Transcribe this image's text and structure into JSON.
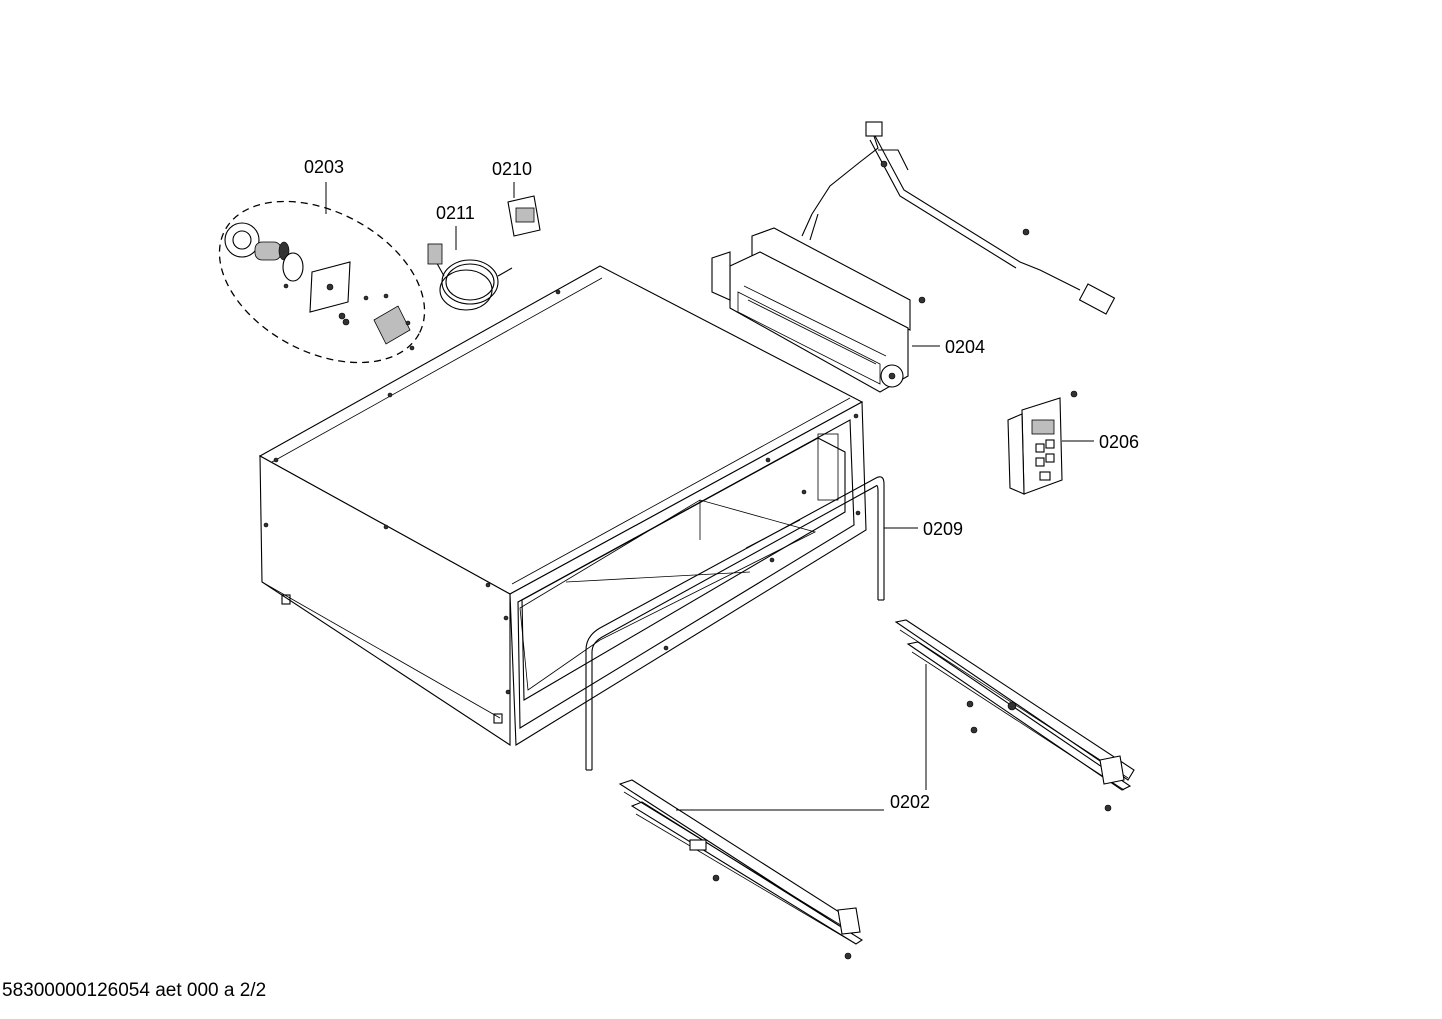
{
  "part_labels": {
    "p0203": "0203",
    "p0210": "0210",
    "p0211": "0211",
    "p0204": "0204",
    "p0206": "0206",
    "p0209": "0209",
    "p0202": "0202"
  },
  "footer": {
    "document_code": "58300000126054 aet 000 a 2/2"
  }
}
